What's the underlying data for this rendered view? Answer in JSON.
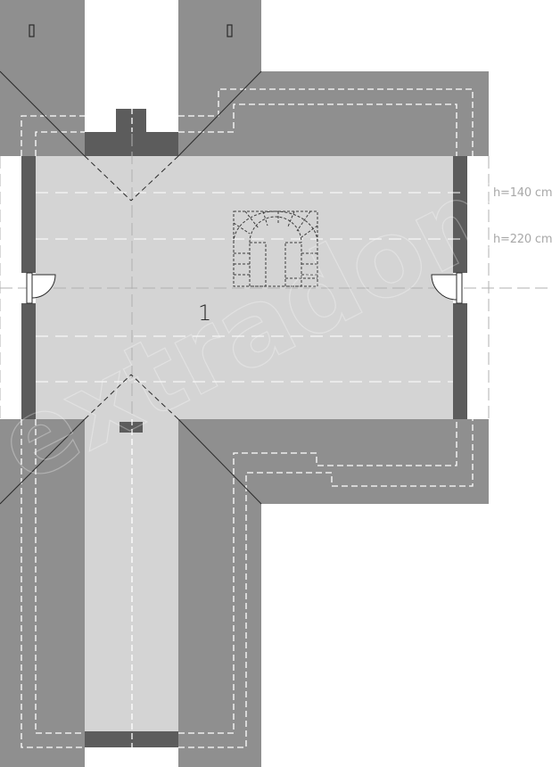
{
  "plan": {
    "room_number": "1",
    "height_label_low": "h=140 cm",
    "height_label_high": "h=220 cm",
    "watermark": "extradom"
  },
  "colors": {
    "roof": "#8f8f8f",
    "floor": "#d4d4d4",
    "wall": "#5c5c5c",
    "dashed": "#ffffff",
    "label": "#a8a8a8"
  },
  "icons": [
    "stairs-icon",
    "door-left-icon",
    "door-right-icon",
    "chimney-icon",
    "vent-icon"
  ]
}
